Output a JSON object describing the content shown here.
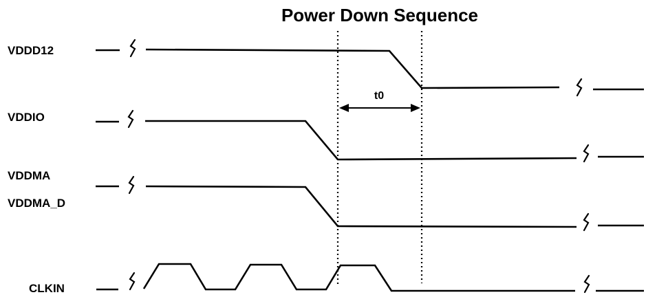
{
  "title": "Power Down Sequence",
  "signals": {
    "vddd12": "VDDD12",
    "vddio": "VDDIO",
    "vddma": "VDDMA",
    "vddma_d": "VDDMA_D",
    "clkin": "CLKIN"
  },
  "timing": {
    "t0": "t0"
  }
}
